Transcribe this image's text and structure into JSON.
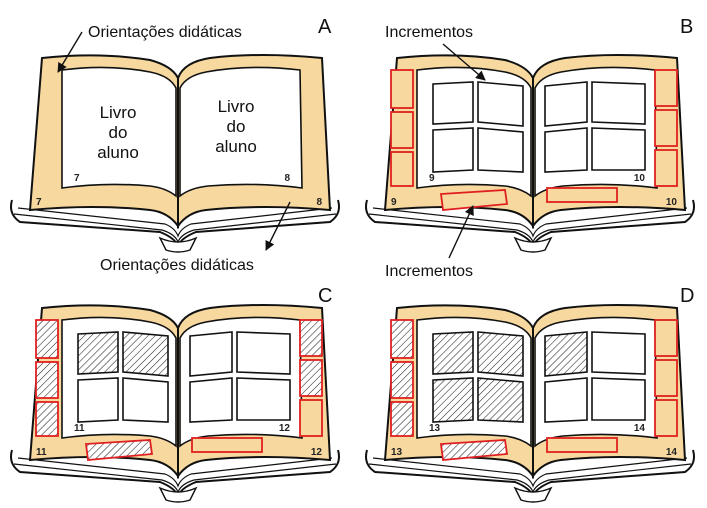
{
  "figure": {
    "top_title_fragment": "",
    "colors": {
      "cream": "#f7d9a0",
      "page": "#ffffff",
      "ink": "#111111",
      "increment": "#e02020"
    }
  },
  "panels": [
    {
      "id": "A",
      "letter": "A",
      "left_center_text": [
        "Livro",
        "do",
        "aluno"
      ],
      "right_center_text": [
        "Livro",
        "do",
        "aluno"
      ],
      "annotation_top": "Orientações didáticas",
      "annotation_bottom": "Orientações didáticas",
      "page_numbers": {
        "inner_left": "7",
        "inner_right": "8",
        "outer_left": "7",
        "outer_right": "8"
      }
    },
    {
      "id": "B",
      "letter": "B",
      "annotation_top": "Incrementos",
      "annotation_bottom": "Incrementos",
      "page_numbers": {
        "inner_left": "9",
        "inner_right": "10",
        "outer_left": "9",
        "outer_right": "10"
      }
    },
    {
      "id": "C",
      "letter": "C",
      "page_numbers": {
        "inner_left": "11",
        "inner_right": "12",
        "outer_left": "11",
        "outer_right": "12"
      }
    },
    {
      "id": "D",
      "letter": "D",
      "page_numbers": {
        "inner_left": "13",
        "inner_right": "14",
        "outer_left": "13",
        "outer_right": "14"
      }
    }
  ]
}
